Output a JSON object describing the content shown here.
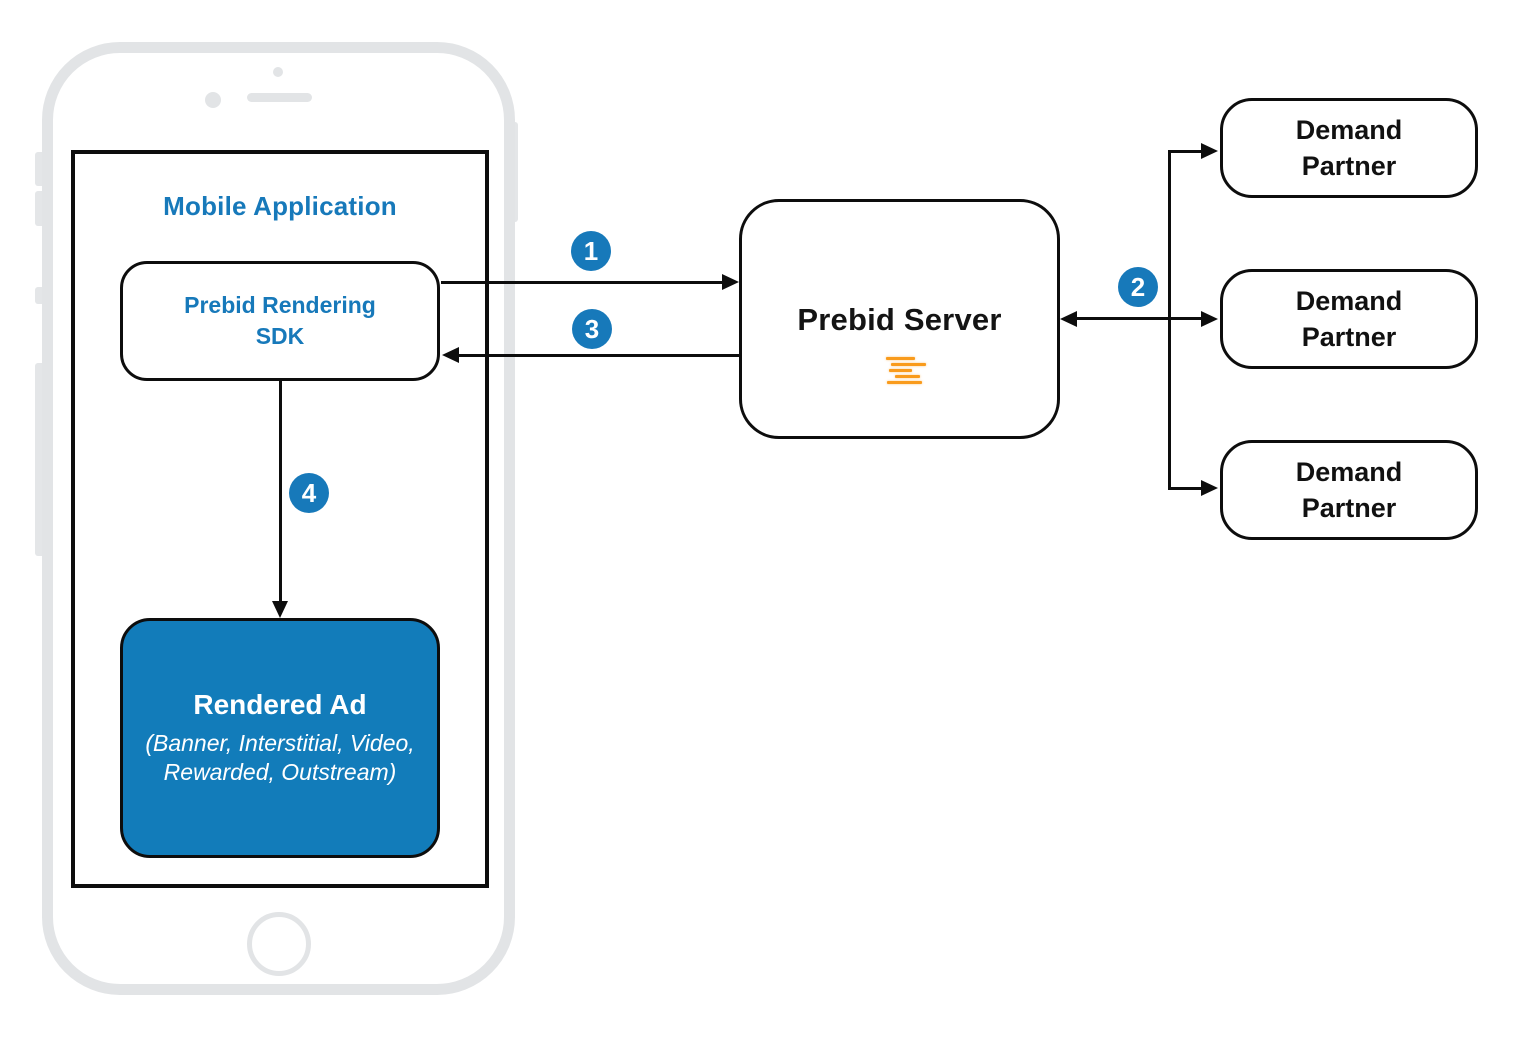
{
  "diagram": {
    "mobile_app": {
      "title": "Mobile Application"
    },
    "sdk": {
      "line1": "Prebid Rendering",
      "line2": "SDK"
    },
    "rendered_ad": {
      "title": "Rendered Ad",
      "subtitle1": "(Banner, Interstitial, Video,",
      "subtitle2": "Rewarded, Outstream)"
    },
    "server": {
      "title": "Prebid Server",
      "icon": "prebid-lines-icon"
    },
    "demand_partners": [
      {
        "line1": "Demand",
        "line2": "Partner"
      },
      {
        "line1": "Demand",
        "line2": "Partner"
      },
      {
        "line1": "Demand",
        "line2": "Partner"
      }
    ],
    "steps": [
      {
        "label": "1"
      },
      {
        "label": "2"
      },
      {
        "label": "3"
      },
      {
        "label": "4"
      }
    ],
    "colors": {
      "accent_blue": "#1779BA",
      "rendered_ad_fill": "#127CBA",
      "prebid_orange": "#F99B1C",
      "line_black": "#0D0D0D",
      "phone_gray": "#E2E4E6"
    }
  }
}
